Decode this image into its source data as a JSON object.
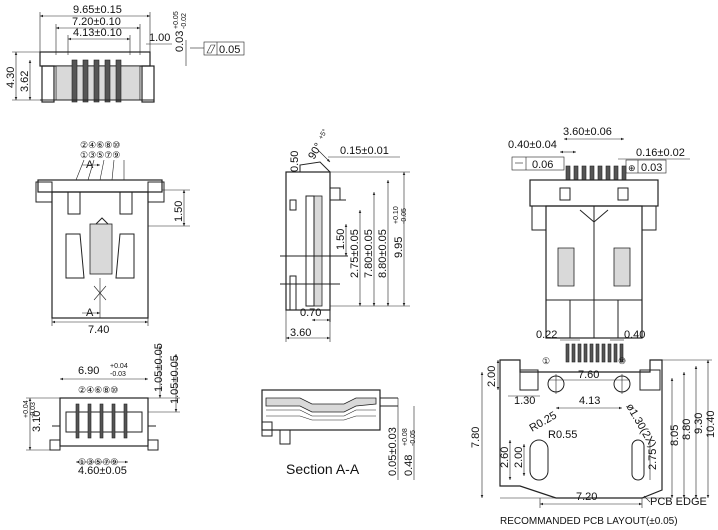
{
  "top_view": {
    "overall_width": "9.65±0.15",
    "inner_width": "7.20±0.10",
    "pin_span": "4.13±0.10",
    "shell_offset": "1.00",
    "thickness": "0.03",
    "thickness_tol_plus": "+0.05",
    "thickness_tol_minus": "-0.02",
    "flatness": "0.05",
    "height_total": "4.30",
    "height_body": "3.62"
  },
  "front_view": {
    "pin_labels_even": "②④⑥⑧⑩",
    "pin_labels_odd": "①③⑤⑦⑨",
    "section_marker_top": "A",
    "section_marker_bottom": "A",
    "top_offset": "1.50",
    "width": "7.40"
  },
  "side_view": {
    "angle": "90°",
    "angle_tol": "+5°",
    "tip_dim": "0.50",
    "lead_thickness": "0.15±0.01",
    "foot": "1.50",
    "pin1": "2.75±0.05",
    "pin2": "7.80±0.05",
    "pin3": "8.80±0.05",
    "overall": "9.95",
    "overall_tol_plus": "+0.10",
    "overall_tol_minus": "-0.05",
    "lead_width": "0.70",
    "body_depth": "3.60"
  },
  "rear_view": {
    "pitch": "0.40±0.04",
    "row_span": "3.60±0.06",
    "lead_w": "0.16±0.02",
    "coplanarity": "0.06",
    "position_tol": "0.03",
    "position_symbol": "⊕"
  },
  "bottom_front_view": {
    "opening_width": "6.90",
    "opening_tol_plus": "+0.04",
    "opening_tol_minus": "-0.03",
    "height_a": "1.05±0.05",
    "height_b": "1.05±0.05",
    "side_height": "3.10",
    "side_tol_plus": "+0.04",
    "side_tol_minus": "-0.03",
    "pin_labels_even": "②④⑥⑧⑩",
    "pin_labels_odd": "①③⑤⑦⑨",
    "pin_span": "4.60±0.05"
  },
  "section": {
    "caption": "Section A-A",
    "thickness": "0.05±0.03",
    "height": "0.48",
    "height_tol_plus": "+0.08",
    "height_tol_minus": "-0.05"
  },
  "pcb_layout": {
    "pad_w": "0.22",
    "pitch": "0.40",
    "pin_first": "①",
    "pin_last": "⑩",
    "top_pad_h": "2.00",
    "hole_span": "7.60",
    "hole_dia": "1.30",
    "offset": "1.30",
    "center_span": "4.13",
    "hole_dia_label": "ø1.30(2X)",
    "r1": "R0.25",
    "r2": "R0.55",
    "left_h": "7.80",
    "slot_h": "2.60",
    "slot_w": "2.00",
    "slot_bottom": "2.75",
    "right_1": "8.05",
    "right_2": "8.80",
    "right_3": "9.30",
    "right_4": "10.40",
    "bottom_width": "7.20",
    "edge_label": "PCB EDGE",
    "footnote": "RECOMMANDED PCB LAYOUT(±0.05)"
  }
}
